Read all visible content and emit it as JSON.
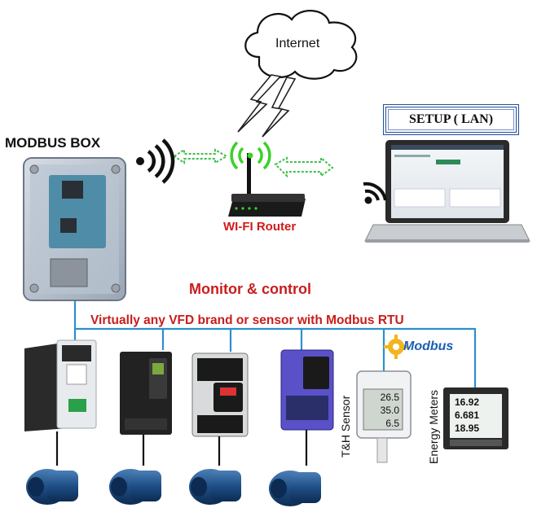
{
  "labels": {
    "modbus_box": "MODBUS BOX",
    "wifi_router": "WI-FI Router",
    "internet": "Internet",
    "setup": "SETUP ( LAN)",
    "monitor": "Monitor & control",
    "virtually": "Virtually any VFD brand or sensor with Modbus RTU",
    "th_sensor": "T&H Sensor",
    "energy_meters": "Energy Meters",
    "modbus_logo": "Modbus"
  },
  "th_display": [
    "26.5",
    "35.0",
    "6.5"
  ],
  "meter_display": [
    "16.92",
    "6.681",
    "18.95"
  ],
  "colors": {
    "bus_line": "#2d8fd0",
    "title_red": "#c81d1d",
    "wifi_green": "#3ad12a",
    "setup_border": "#1f4e9c"
  }
}
